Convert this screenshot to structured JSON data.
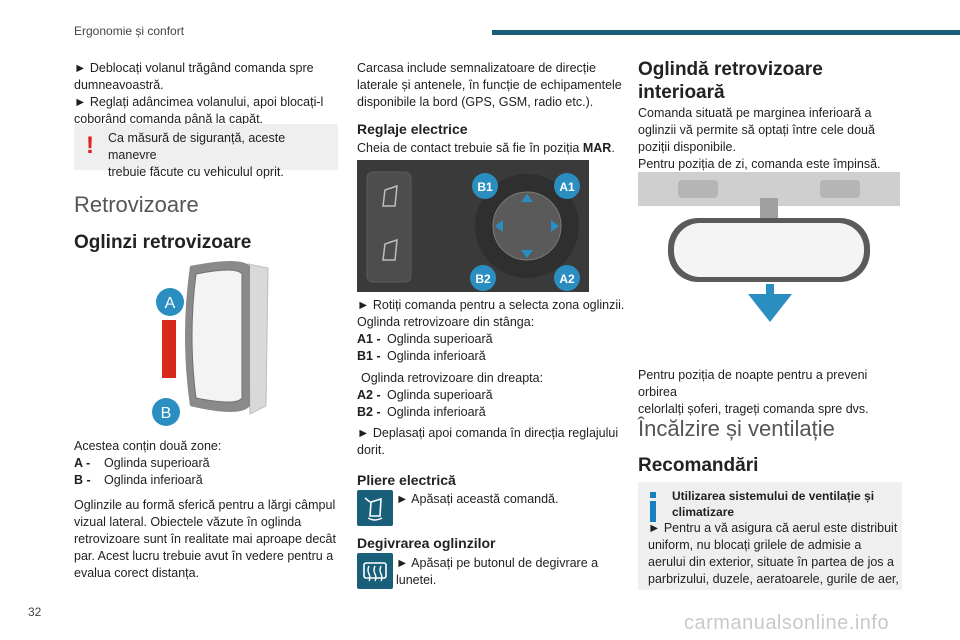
{
  "header": {
    "section_title": "Ergonomie și confort",
    "page_number": "32"
  },
  "watermark": "carmanualsonline.info",
  "colors": {
    "accent": "#1a5f7a",
    "warning": "#e0201b",
    "info": "#1a7fbf",
    "callout": "#2a8fc0"
  },
  "col1": {
    "line1": "► Deblocați volanul trăgând comanda spre",
    "line2": "dumneavoastră.",
    "line3": "► Reglați adâncimea volanului, apoi blocați-l",
    "line4": "coborând comanda până la capăt.",
    "warning_icon": "exclamation-warning-icon",
    "warning_l1": "Ca măsură de siguranță, aceste manevre",
    "warning_l2": "trebuie făcute cu vehiculul oprit.",
    "section_title": "Retrovizoare",
    "subtitle": "Oglinzi retrovizoare",
    "figure_labels": {
      "a": "A",
      "b": "B"
    },
    "zones_intro": "Acestea conțin două zone:",
    "zones": [
      {
        "key": "A -",
        "text": "Oglinda superioară"
      },
      {
        "key": "B -",
        "text": "Oglinda inferioară"
      }
    ],
    "para": [
      "Oglinzile au formă sferică pentru a lărgi câmpul",
      "vizual lateral. Obiectele văzute în oglinda",
      "retrovizoare sunt în realitate mai aproape decât",
      "par. Acest lucru trebuie avut în vedere pentru a",
      "evalua corect distanța."
    ]
  },
  "col2": {
    "intro": [
      "Carcasa include semnalizatoare de direcție",
      "laterale și antenele, în funcție de echipamentele",
      "disponibile la bord (GPS, GSM, radio etc.)."
    ],
    "electric_title": "Reglaje electrice",
    "key_text": "Cheia de contact trebuie să fie în poziția ",
    "key_pos": "MAR",
    "key_end": ".",
    "control_labels": {
      "b1": "B1",
      "a1": "A1",
      "b2": "B2",
      "a2": "A2"
    },
    "rotate_l1": "► Rotiți comanda pentru a selecta zona oglinzii.",
    "left_title": "Oglinda retrovizoare din stânga:",
    "left": [
      {
        "key": "A1 -",
        "text": "Oglinda superioară"
      },
      {
        "key": "B1 -",
        "text": "Oglinda inferioară"
      }
    ],
    "right_title": "Oglinda retrovizoare din dreapta:",
    "right": [
      {
        "key": "A2 -",
        "text": "Oglinda superioară"
      },
      {
        "key": "B2 -",
        "text": "Oglinda inferioară"
      }
    ],
    "move_l1": "► Deplasați apoi comanda în direcția reglajului",
    "move_l2": "dorit.",
    "fold_title": "Pliere electrică",
    "fold_text": "► Apăsați această comandă.",
    "fold_icon": "mirror-fold-icon",
    "defrost_title": "Degivrarea oglinzilor",
    "defrost_l1": "► Apăsați pe butonul de degivrare a",
    "defrost_l2": "lunetei.",
    "defrost_icon": "rear-defrost-icon"
  },
  "col3": {
    "title_l1": "Oglindă retrovizoare",
    "title_l2": "interioară",
    "intro": [
      "Comanda situată pe marginea inferioară a",
      "oglinzii vă permite să optați între cele două",
      "poziții disponibile.",
      "Pentru poziția de zi, comanda este împinsă."
    ],
    "night": [
      "Pentru poziția de noapte pentru a preveni orbirea",
      "celorlalți șoferi, trageți comanda spre dvs."
    ],
    "section_title": "Încălzire și ventilație",
    "subtitle": "Recomandări",
    "info_title_l1": "Utilizarea sistemului de ventilație și",
    "info_title_l2": "climatizare",
    "info_text": [
      "► Pentru a vă asigura că aerul este distribuit",
      "uniform, nu blocați grilele de admisie a",
      "aerului din exterior, situate în partea de jos a",
      "parbrizului, duzele, aeratoarele, gurile de aer,"
    ]
  }
}
